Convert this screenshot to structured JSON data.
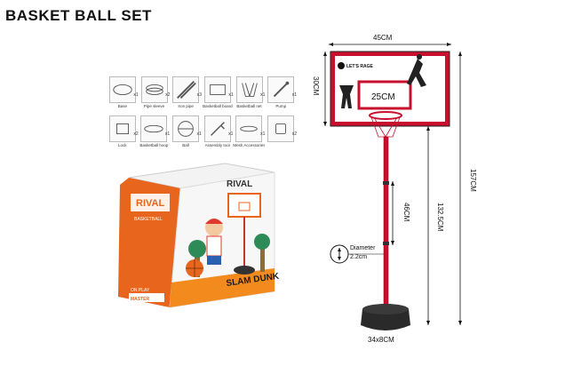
{
  "title": "BASKET BALL SET",
  "parts_row1": [
    {
      "label": "Base",
      "qty": "x1"
    },
    {
      "label": "Pipe sleeve",
      "qty": "x2"
    },
    {
      "label": "Iron pipe",
      "qty": "x3"
    },
    {
      "label": "Basketball board",
      "qty": "x1"
    },
    {
      "label": "Basketball net",
      "qty": "x1"
    },
    {
      "label": "Pump",
      "qty": "x1"
    }
  ],
  "parts_row2": [
    {
      "label": "Lock",
      "qty": "x2"
    },
    {
      "label": "Basketball hoop",
      "qty": "x1"
    },
    {
      "label": "Ball",
      "qty": "x1"
    },
    {
      "label": "Assembly tool",
      "qty": "x1"
    },
    {
      "label": "Mesh Accessories",
      "qty": "x1"
    },
    {
      "label": "",
      "qty": "x2"
    }
  ],
  "package": {
    "brand": "RIVAL",
    "brand_sub": "BASKETBALL",
    "brand_side": "RIVAL",
    "product": "SLAM DUNK",
    "tag1": "ON PLAY",
    "tag2": "MASTER\nBASKETBALL"
  },
  "board": {
    "logo": "LET'S RAGE",
    "inner": "25CM"
  },
  "dims": {
    "width": "45CM",
    "height": "30CM",
    "pole_section": "46CM",
    "pole_height": "132.5CM",
    "total_height": "157CM",
    "diameter_label": "Diameter",
    "diameter_value": "2.2cm",
    "base": "34x8CM"
  }
}
